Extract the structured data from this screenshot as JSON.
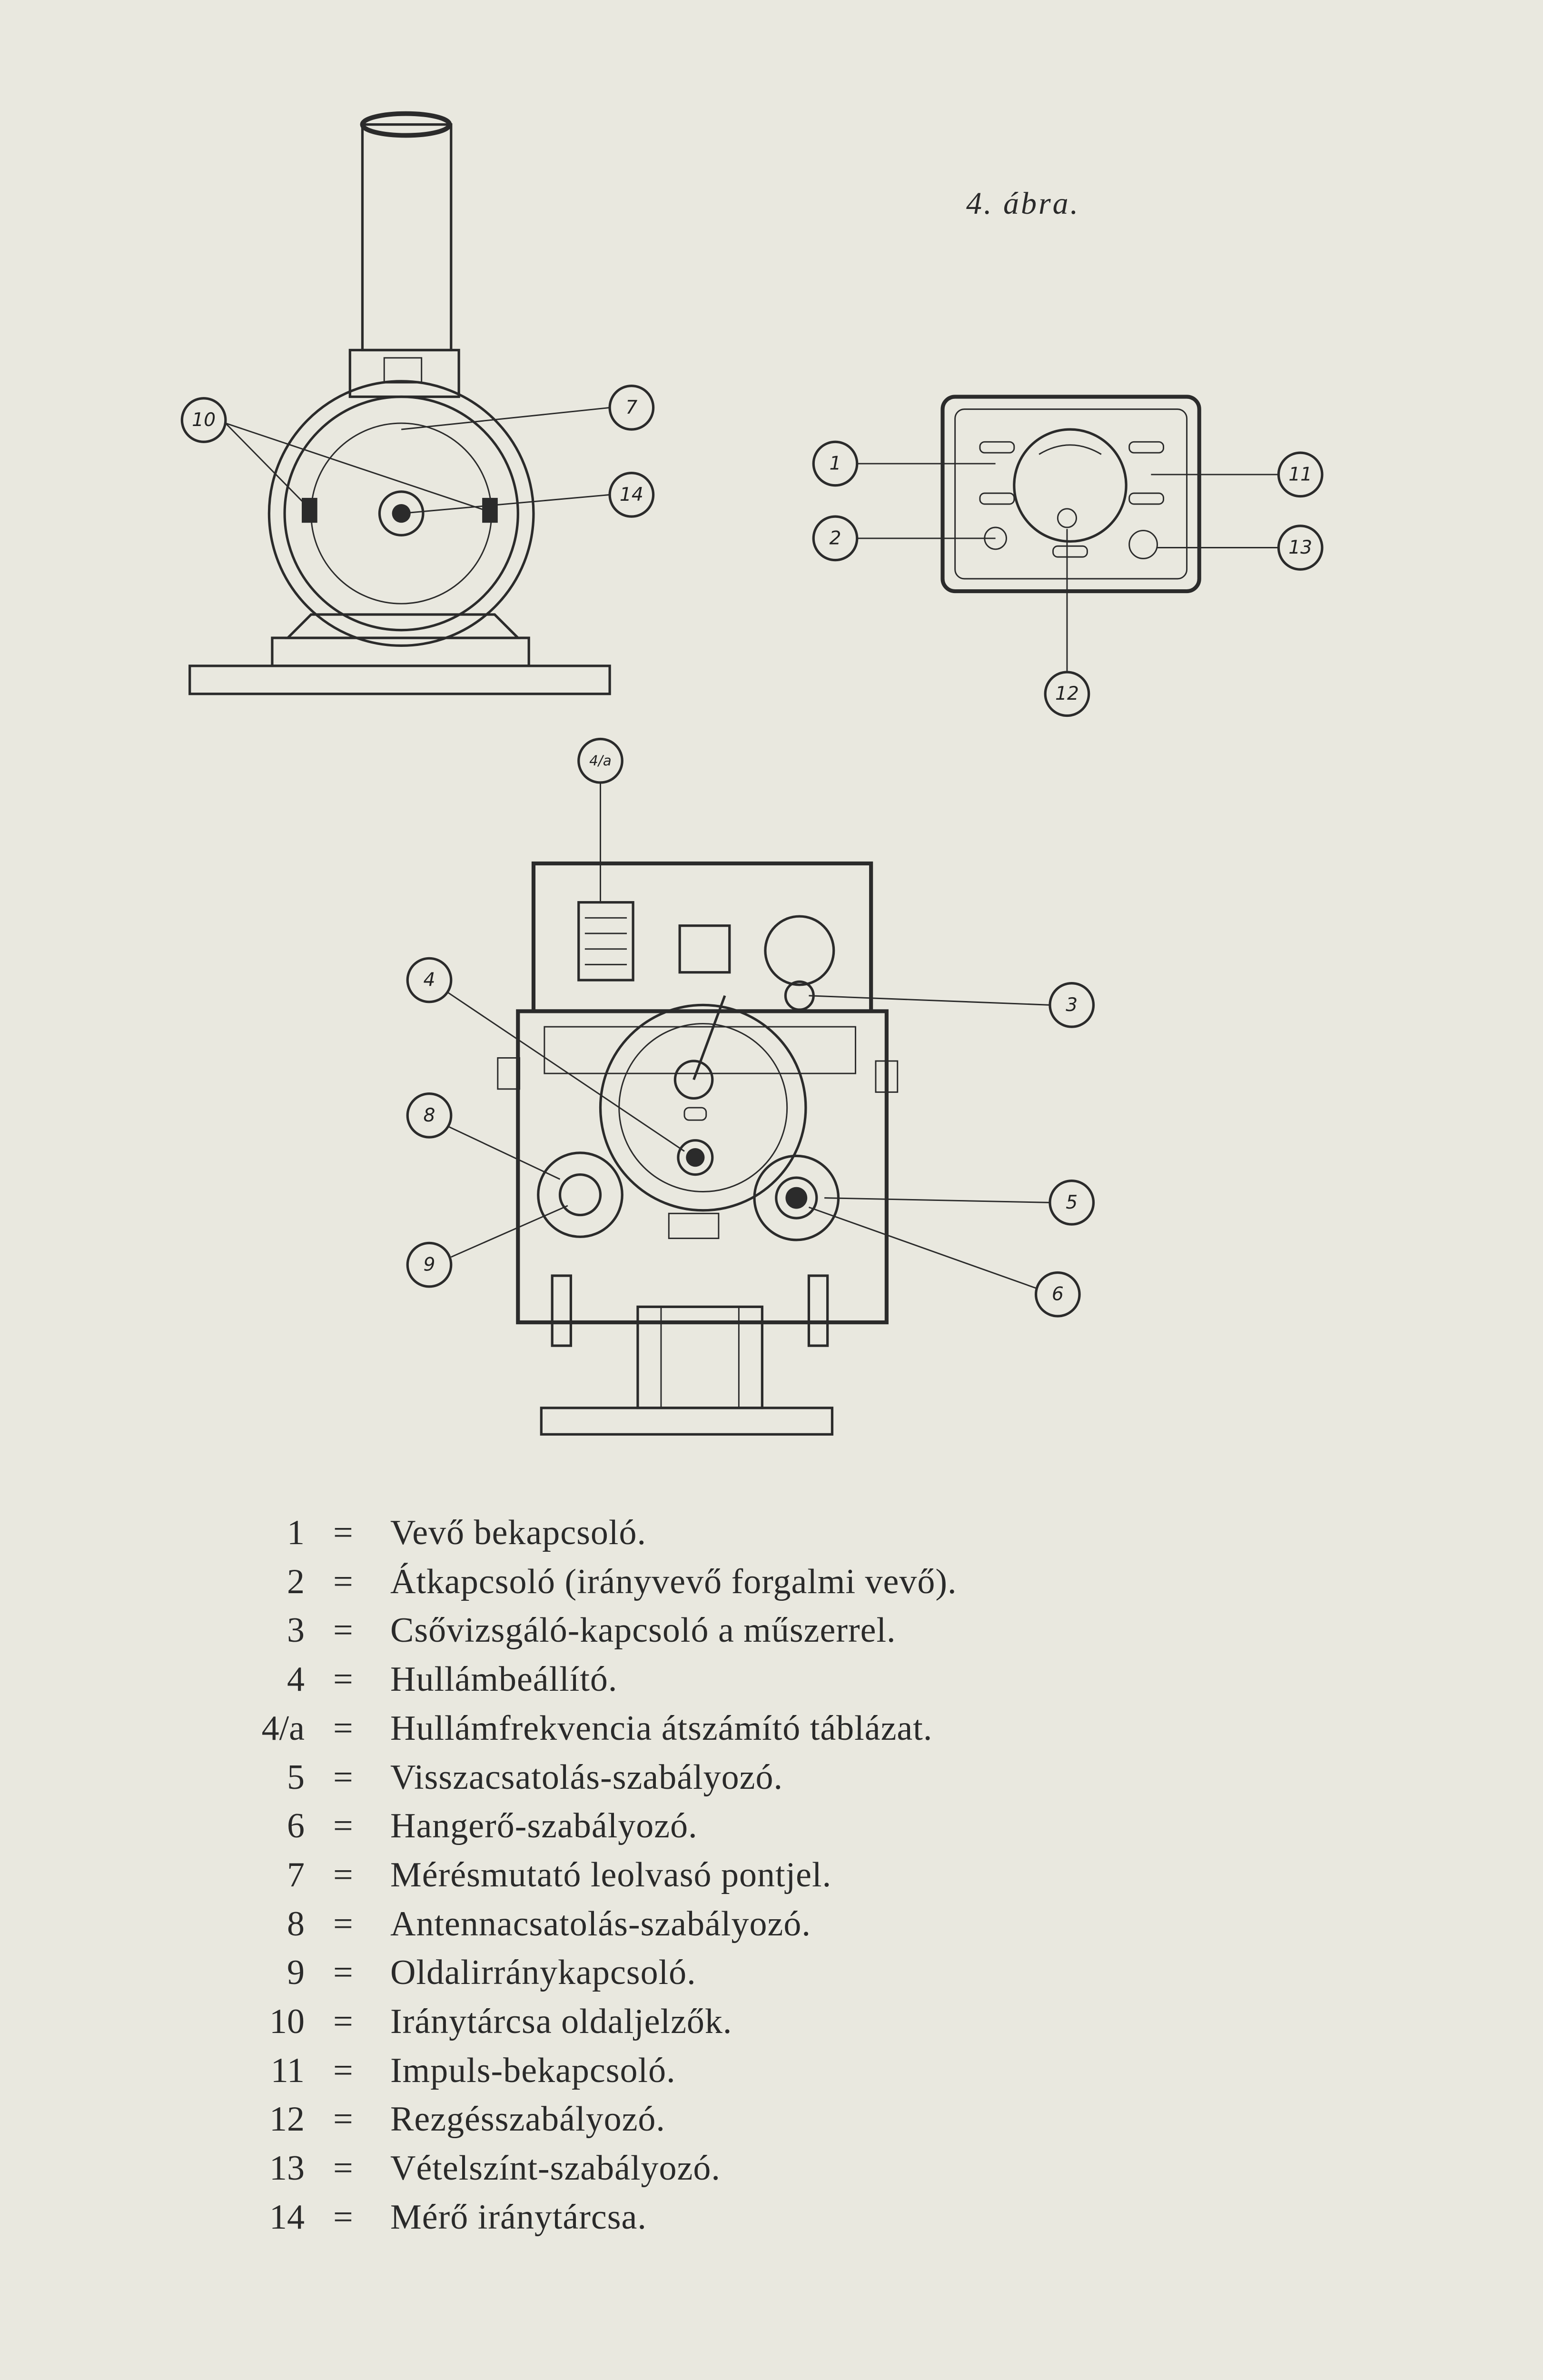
{
  "figure_title": "4. ábra.",
  "callouts": {
    "top_left": [
      "10",
      "7",
      "14"
    ],
    "top_right": [
      "1",
      "2",
      "11",
      "13",
      "12"
    ],
    "bottom": [
      "4/a",
      "4",
      "3",
      "8",
      "5",
      "9",
      "6"
    ]
  },
  "legend": [
    {
      "num": "1",
      "text": "Vevő bekapcsoló."
    },
    {
      "num": "2",
      "text": "Átkapcsoló (irányvevő forgalmi vevő)."
    },
    {
      "num": "3",
      "text": "Csővizsgáló-kapcsoló a műszerrel."
    },
    {
      "num": "4",
      "text": "Hullámbeállító."
    },
    {
      "num": "4/a",
      "text": "Hullámfrekvencia átszámító táblázat."
    },
    {
      "num": "5",
      "text": "Visszacsatolás-szabályozó."
    },
    {
      "num": "6",
      "text": "Hangerő-szabályozó."
    },
    {
      "num": "7",
      "text": "Mérésmutató leolvasó pontjel."
    },
    {
      "num": "8",
      "text": "Antennacsatolás-szabályozó."
    },
    {
      "num": "9",
      "text": "Oldalirránykapcsoló."
    },
    {
      "num": "10",
      "text": "Iránytárcsa oldaljelzők."
    },
    {
      "num": "11",
      "text": "Impuls-bekapcsoló."
    },
    {
      "num": "12",
      "text": "Rezgésszabályozó."
    },
    {
      "num": "13",
      "text": "Vételszínt-szabályozó."
    },
    {
      "num": "14",
      "text": "Mérő iránytárcsa."
    }
  ],
  "eq_sign": "="
}
